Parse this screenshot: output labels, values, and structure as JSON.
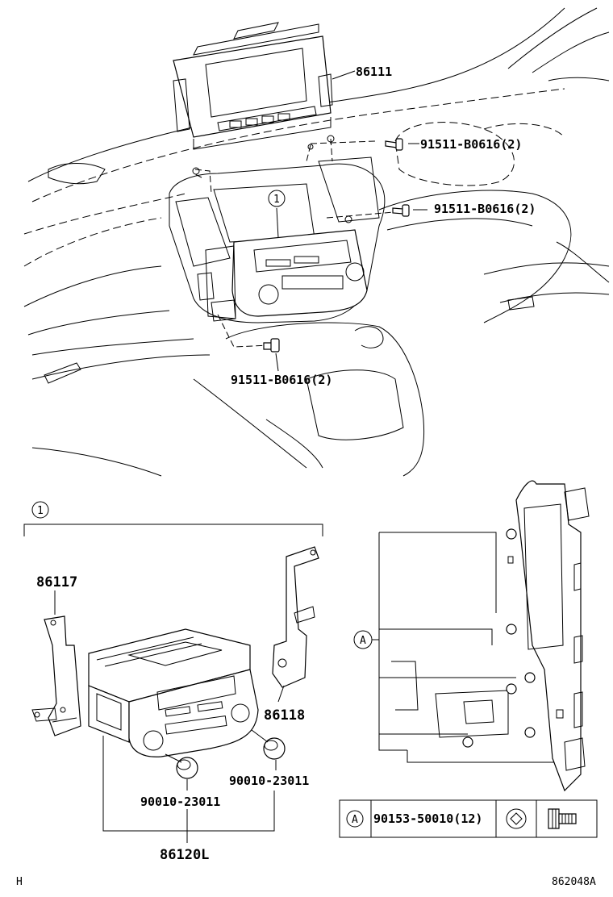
{
  "callouts": {
    "display_part": "86111",
    "screw_upper_1": "91511-B0616(2)",
    "screw_upper_2": "91511-B0616(2)",
    "screw_lower": "91511-B0616(2)",
    "assembly_marker_top": "1",
    "assembly_marker_detail": "1",
    "bracket_left": "86117",
    "bracket_right": "86118",
    "knob_right": "90010-23011",
    "knob_left": "90010-23011",
    "radio_unit": "86120L",
    "view_marker_a": "A",
    "legend_marker_a": "A",
    "legend_screw": "90153-50010(12)"
  },
  "footer": {
    "left_code": "H",
    "diagram_id": "862048A"
  }
}
